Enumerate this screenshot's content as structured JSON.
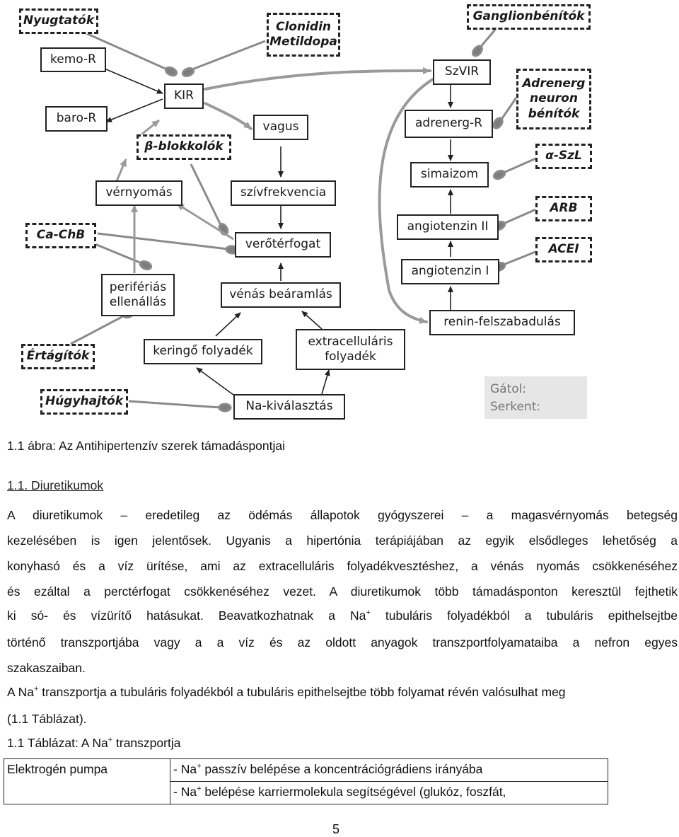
{
  "diagram": {
    "boxes": {
      "nyugtatok": "Nyugtatók",
      "kemo_r": "kemo-R",
      "kir": "KIR",
      "clonidin": "Clonidin\nMetildopa",
      "baro_r": "baro-R",
      "vagus": "vagus",
      "beta_blokkolok": "β-blokkolók",
      "vernyomas": "vérnyomás",
      "szivfrekvencia": "szívfrekvencia",
      "ca_chb": "Ca-ChB",
      "verotterfogat": "verőtérfogat",
      "periferias": "perifériás\nellenállás",
      "venas": "vénás beáramlás",
      "ertagitok": "Értágítók",
      "kering": "keringő folyadék",
      "extracell": "extracelluláris\nfolyadék",
      "hugyhajtok": "Húgyhajtók",
      "na_kivalasztas": "Na-kiválasztás",
      "ganglionbenitok": "Ganglionbénítók",
      "szvir": "SzVIR",
      "adrenerg_neuron": "Adrenerg\nneuron\nbénítók",
      "adrenerg_r": "adrenerg-R",
      "alfa_szl": "α-SzL",
      "simaizom": "simaizom",
      "arb": "ARB",
      "angiotenzin_ii": "angiotenzin II",
      "acei": "ACEI",
      "angiotenzin_i": "angiotenzin I",
      "renin": "renin-felszabadulás"
    },
    "legend": {
      "gatol": "Gátol:",
      "serkent": "Serkent:"
    },
    "colors": {
      "inhibit": "#7d7d7d",
      "stimulate": "#a0a0a0",
      "arrow": "#222222"
    }
  },
  "text": {
    "caption": "1.1 ábra: Az Antihipertenzív szerek támadáspontjai",
    "section": "1.1. Diuretikumok",
    "p1_l1": "A diuretikumok – eredetileg az ödémás állapotok gyógyszerei – a magasvérnyomás betegség",
    "p1_l2": "kezelésében is igen jelentősek. Ugyanis a hipertónia terápiájában az egyik elsődleges lehetőség a",
    "p1_l3": "konyhasó és a víz ürítése, ami az extracelluláris folyadékvesztéshez, a vénás nyomás csökkenéséhez",
    "p1_l4": "és ezáltal a perctérfogat csökkenéséhez vezet. A diuretikumok több támadásponton keresztül fejthetik",
    "p1_l5a": "ki só- és vízürítő hatásukat. Beavatkozhatnak a",
    "p1_l5b": "Na",
    "p1_l5c": "tubuláris folyadékból a tubuláris epithelsejtbe",
    "p1_l6": "történő transzportjába vagy a a víz és az oldott anyagok transzportfolyamataiba a nefron egyes",
    "p1_l7": "szakaszaiban.",
    "p2_l1a": "A Na",
    "p2_l1b": " transzportja a tubuláris folyadékból a tubuláris epithelsejtbe több folyamat révén valósulhat meg",
    "p2_l2": "(1.1 Táblázat).",
    "table_caption_a": "1.1 Táblázat: A Na",
    "table_caption_b": " transzportja",
    "plus": "+",
    "table": {
      "c1": "Elektrogén pumpa",
      "r1a": "- Na",
      "r1b": " passzív belépése a koncentrációgrádiens irányába",
      "r2a": "- Na",
      "r2b": " belépése karriermolekula segítségével (glukóz, foszfát,"
    },
    "page_number": "5"
  }
}
